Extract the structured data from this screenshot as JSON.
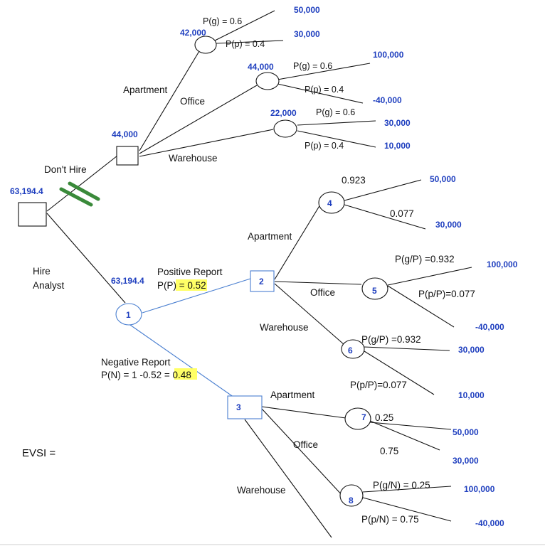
{
  "decision_values": {
    "root": "63,194.4",
    "dont_hire": "44,000",
    "hire": "63,194.4",
    "apartment_top": "42,000",
    "office_top": "44,000",
    "warehouse_top": "22,000"
  },
  "branch_labels": {
    "dont_hire": "Don't Hire",
    "hire_line1": "Hire",
    "hire_line2": "Analyst",
    "apartment": "Apartment",
    "office": "Office",
    "warehouse": "Warehouse",
    "positive_report": "Positive Report",
    "positive_prob_prefix": "P(P) = ",
    "positive_prob_value": "0.52",
    "negative_report": "Negative Report",
    "negative_prob_prefix": "P(N) = 1 -0.52 = ",
    "negative_prob_value": "0.48"
  },
  "node_numbers": {
    "n1": "1",
    "n2": "2",
    "n3": "3",
    "n4": "4",
    "n5": "5",
    "n6": "6",
    "n7": "7",
    "n8": "8"
  },
  "probabilities": {
    "top_apt_good": "P(g) = 0.6",
    "top_apt_poor": "P(p) = 0.4",
    "top_off_good": "P(g) = 0.6",
    "top_off_poor": "P(p) = 0.4",
    "top_wh_good": "P(g) = 0.6",
    "top_wh_poor": "P(p) = 0.4",
    "n4_good": "0.923",
    "n4_poor": "0.077",
    "n5_good": "P(g/P) =0.932",
    "n5_poor": "P(p/P)=0.077",
    "n6_good": "P(g/P) =0.932",
    "n6_poor": "P(p/P)=0.077",
    "n7_good": "0.25",
    "n7_poor": "0.75",
    "n8_good": "P(g/N) = 0.25",
    "n8_poor": "P(p/N) = 0.75"
  },
  "payoffs": {
    "apt_good": "50,000",
    "apt_poor": "30,000",
    "off_good": "100,000",
    "off_poor": "-40,000",
    "wh_good": "30,000",
    "wh_poor": "10,000",
    "n4_good": "50,000",
    "n4_poor": "30,000",
    "n5_good": "100,000",
    "n5_poor": "-40,000",
    "n6_good": "30,000",
    "n6_poor": "10,000",
    "n7_good": "50,000",
    "n7_poor": "30,000",
    "n8_good": "100,000",
    "n8_poor": "-40,000"
  },
  "evsi_label": "EVSI =",
  "colors": {
    "value_blue": "#1f3fbf",
    "line_blue": "#4a7fd0",
    "highlight": "#ffff66",
    "marker_green": "#3a8a3a"
  }
}
